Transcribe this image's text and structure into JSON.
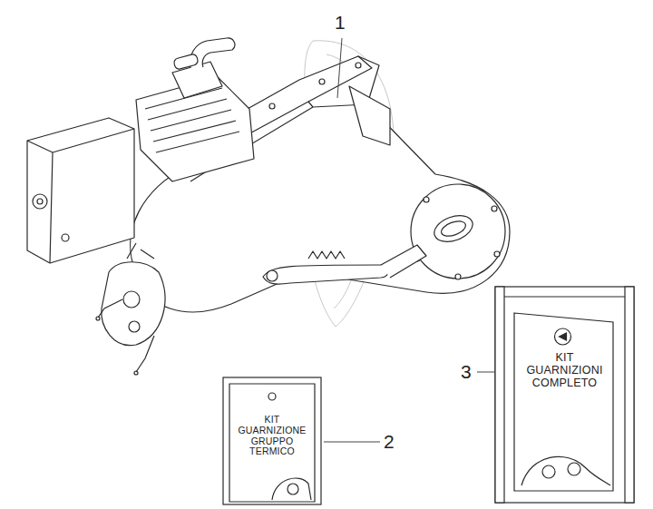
{
  "diagram": {
    "nodes": [
      {
        "text": [
          "KIT GUARNIZIONI COMPLETO"
        ]
      },
      {
        "text": [
          "KIT GUARNIZIONE GRUPPO TERMICO"
        ]
      }
    ],
    "labels": [
      "1",
      "2",
      "3"
    ]
  }
}
